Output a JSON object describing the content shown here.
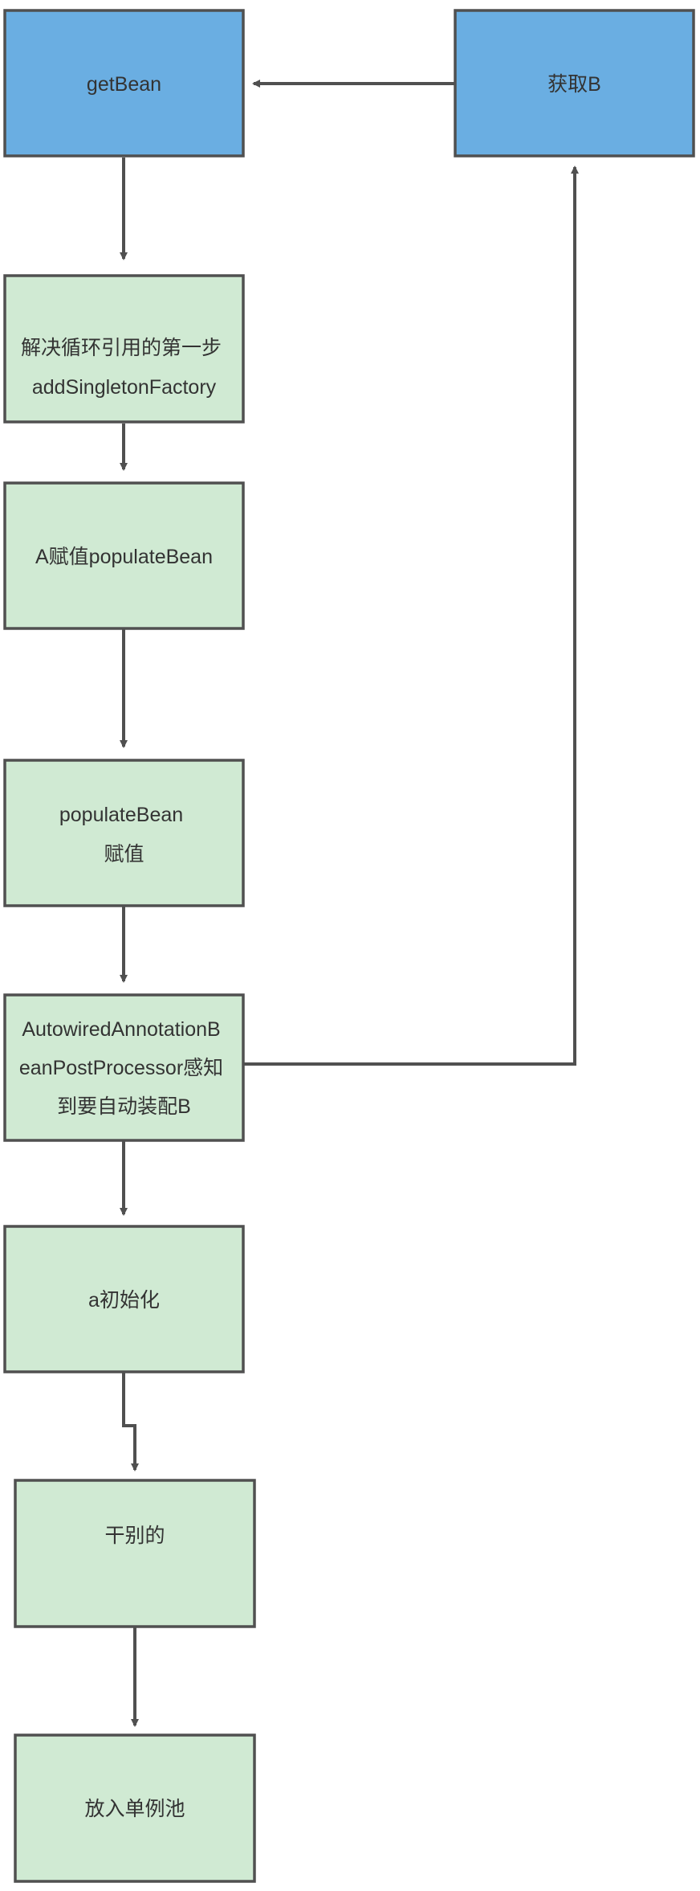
{
  "colors": {
    "blue_fill": "#6aaee2",
    "green_fill": "#d0ead3",
    "stroke": "#505050",
    "text": "#333333"
  },
  "nodes": {
    "get_bean": {
      "lines": [
        "getBean"
      ]
    },
    "get_b": {
      "lines": [
        "获取B"
      ]
    },
    "step1": {
      "lines": [
        "解决循环引用的第一步",
        "addSingletonFactory"
      ]
    },
    "assign_a": {
      "lines": [
        "A赋值populateBean"
      ]
    },
    "populate": {
      "lines": [
        "populateBean",
        "赋值"
      ]
    },
    "autowired": {
      "lines": [
        "AutowiredAnnotationB",
        "eanPostProcessor感知",
        "到要自动装配B"
      ]
    },
    "init_a": {
      "lines": [
        "a初始化"
      ]
    },
    "other": {
      "lines": [
        "干别的"
      ]
    },
    "singleton_pool": {
      "lines": [
        "放入单例池"
      ]
    }
  }
}
